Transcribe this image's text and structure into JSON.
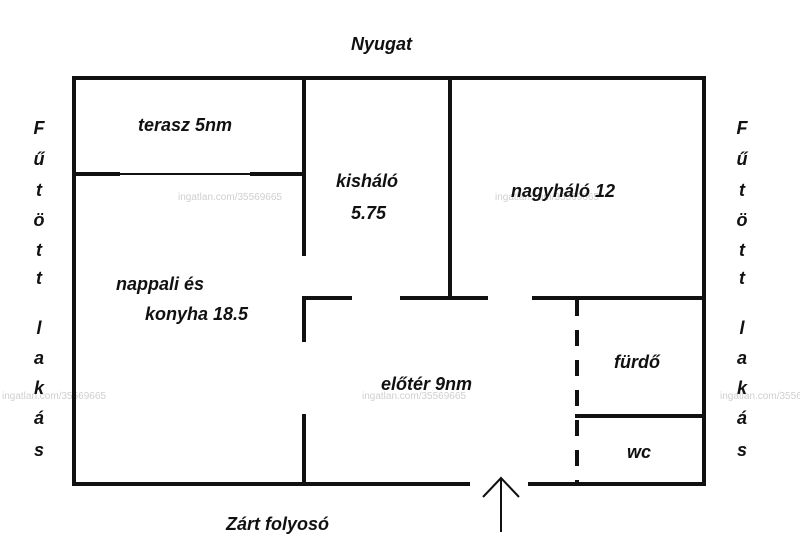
{
  "labels": {
    "north": "Nyugat",
    "south": "Zárt folyosó",
    "terasz": "terasz 5nm",
    "kishalo_1": "kisháló",
    "kishalo_2": "5.75",
    "nagyhalo": "nagyháló 12",
    "nappali_1": "nappali és",
    "nappali_2": "konyha 18.5",
    "eloter": "előtér 9nm",
    "furdo": "fürdő",
    "wc": "wc"
  },
  "side_left": [
    "F",
    "ű",
    "t",
    "ö",
    "t",
    "t",
    "",
    "l",
    "a",
    "k",
    "á",
    "s"
  ],
  "side_right": [
    "F",
    "ű",
    "t",
    "ö",
    "t",
    "t",
    "",
    "l",
    "a",
    "k",
    "á",
    "s"
  ],
  "watermark": "ingatlan.com/35569665",
  "colors": {
    "line": "#111111",
    "background": "#ffffff",
    "watermark": "#cfcfcf"
  }
}
